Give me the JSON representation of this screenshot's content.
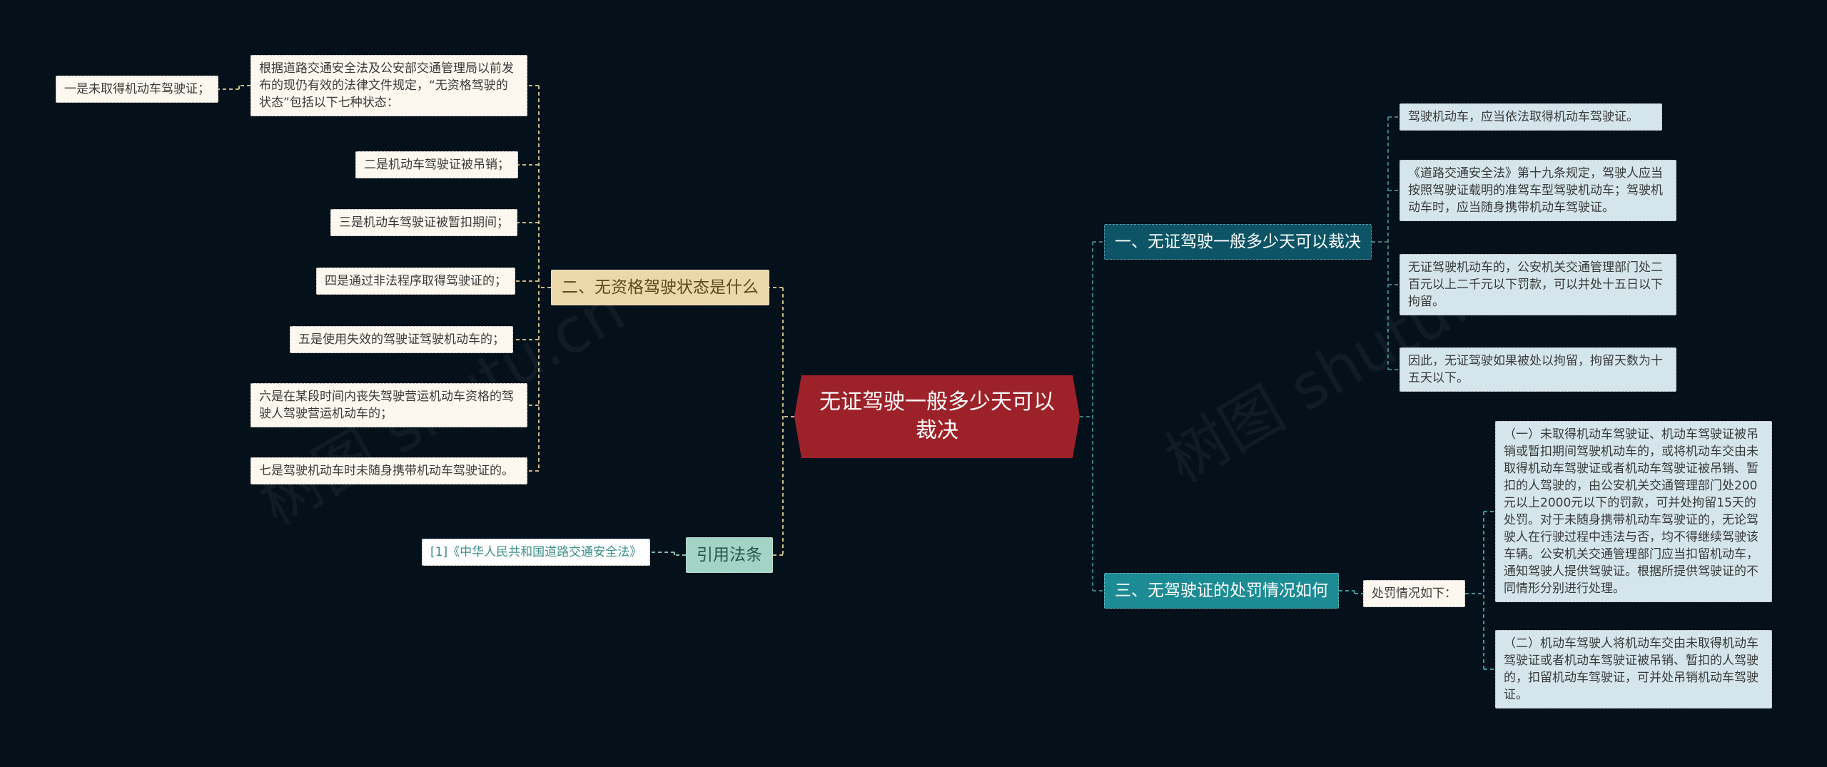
{
  "root": {
    "title": "无证驾驶一般多少天可以裁决"
  },
  "branches": {
    "b1": {
      "label": "一、无证驾驶一般多少天可以裁决",
      "leaves": [
        "驾驶机动车，应当依法取得机动车驾驶证。",
        "《道路交通安全法》第十九条规定，驾驶人应当按照驾驶证载明的准驾车型驾驶机动车；驾驶机动车时，应当随身携带机动车驾驶证。",
        "无证驾驶机动车的，公安机关交通管理部门处二百元以上二千元以下罚款，可以并处十五日以下拘留。",
        "因此，无证驾驶如果被处以拘留，拘留天数为十五天以下。"
      ]
    },
    "b2": {
      "label": "二、无资格驾驶状态是什么",
      "intro": "根据道路交通安全法及公安部交通管理局以前发布的现仍有效的法律文件规定，“无资格驾驶的状态”包括以下七种状态：",
      "intro_child": "一是未取得机动车驾驶证；",
      "leaves": [
        "二是机动车驾驶证被吊销；",
        "三是机动车驾驶证被暂扣期间；",
        "四是通过非法程序取得驾驶证的；",
        "五是使用失效的驾驶证驾驶机动车的；",
        "六是在某段时间内丧失驾驶营运机动车资格的驾驶人驾驶营运机动车的；",
        "七是驾驶机动车时未随身携带机动车驾驶证的。"
      ]
    },
    "b3": {
      "label": "三、无驾驶证的处罚情况如何",
      "sub": "处罚情况如下：",
      "leaves": [
        "（一）未取得机动车驾驶证、机动车驾驶证被吊销或暂扣期间驾驶机动车的，或将机动车交由未取得机动车驾驶证或者机动车驾驶证被吊销、暂扣的人驾驶的，由公安机关交通管理部门处200元以上2000元以下的罚款，可并处拘留15天的处罚。对于未随身携带机动车驾驶证的，无论驾驶人在行驶过程中违法与否，均不得继续驾驶该车辆。公安机关交通管理部门应当扣留机动车，通知驾驶人提供驾驶证。根据所提供驾驶证的不同情形分别进行处理。",
        "（二）机动车驾驶人将机动车交由未取得机动车驾驶证或者机动车驾驶证被吊销、暂扣的人驾驶的，扣留机动车驾驶证，可并处吊销机动车驾驶证。"
      ]
    },
    "ref": {
      "label": "引用法条",
      "leaf": "[1]《中华人民共和国道路交通安全法》"
    }
  },
  "watermark": "树图 shutu.cn",
  "colors": {
    "background": "#04101a",
    "root": "#9d2128",
    "branch_navy": "#0d5566",
    "branch_teal": "#1c8b93",
    "branch_tan": "#ead8aa",
    "branch_mint": "#a3d3c5",
    "leaf_cream": "#fcf8ef",
    "leaf_blue": "#d4e6ec"
  }
}
